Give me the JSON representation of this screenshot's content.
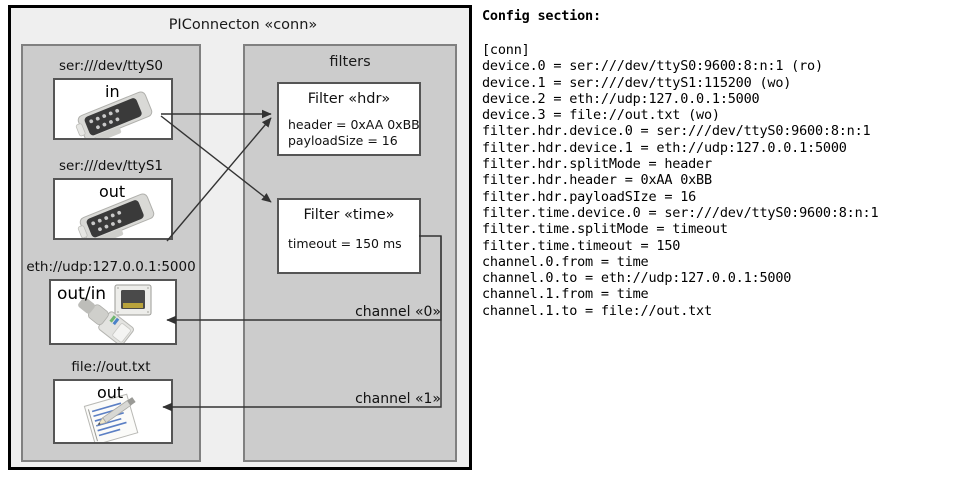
{
  "diagram": {
    "title": "PIConnecton «conn»",
    "panels": {
      "devices_title": "",
      "filters_title": "filters"
    },
    "devices": [
      {
        "label": "ser:///dev/ttyS0",
        "direction": "in",
        "icon": "serial-port-icon"
      },
      {
        "label": "ser:///dev/ttyS1",
        "direction": "out",
        "icon": "serial-port-icon"
      },
      {
        "label": "eth://udp:127.0.0.1:5000",
        "direction": "out/in",
        "icon": "ethernet-jack-icon"
      },
      {
        "label": "file://out.txt",
        "direction": "out",
        "icon": "text-file-icon"
      }
    ],
    "filters": [
      {
        "title": "Filter «hdr»",
        "attrs": [
          "header = 0xAA 0xBB",
          "payloadSize = 16"
        ]
      },
      {
        "title": "Filter «time»",
        "attrs": [
          "timeout = 150 ms"
        ]
      }
    ],
    "channels": [
      {
        "label": "channel «0»"
      },
      {
        "label": "channel «1»"
      }
    ]
  },
  "config": {
    "heading": "Config section:",
    "lines": [
      "[conn]",
      "device.0 = ser:///dev/ttyS0:9600:8:n:1 (ro)",
      "device.1 = ser:///dev/ttyS1:115200 (wo)",
      "device.2 = eth://udp:127.0.0.1:5000",
      "device.3 = file://out.txt (wo)",
      "filter.hdr.device.0 = ser:///dev/ttyS0:9600:8:n:1",
      "filter.hdr.device.1 = eth://udp:127.0.0.1:5000",
      "filter.hdr.splitMode = header",
      "filter.hdr.header = 0xAA 0xBB",
      "filter.hdr.payloadSIze = 16",
      "filter.time.device.0 = ser:///dev/ttyS0:9600:8:n:1",
      "filter.time.splitMode = timeout",
      "filter.time.timeout = 150",
      "channel.0.from = time",
      "channel.0.to = eth://udp:127.0.0.1:5000",
      "channel.1.from = time",
      "channel.1.to = file://out.txt"
    ]
  },
  "colors": {
    "frame_bg": "#efefef",
    "panel_bg": "#cccccc",
    "panel_border": "#808080",
    "node_bg": "#ffffff",
    "node_border": "#555555",
    "wire": "#333333"
  }
}
